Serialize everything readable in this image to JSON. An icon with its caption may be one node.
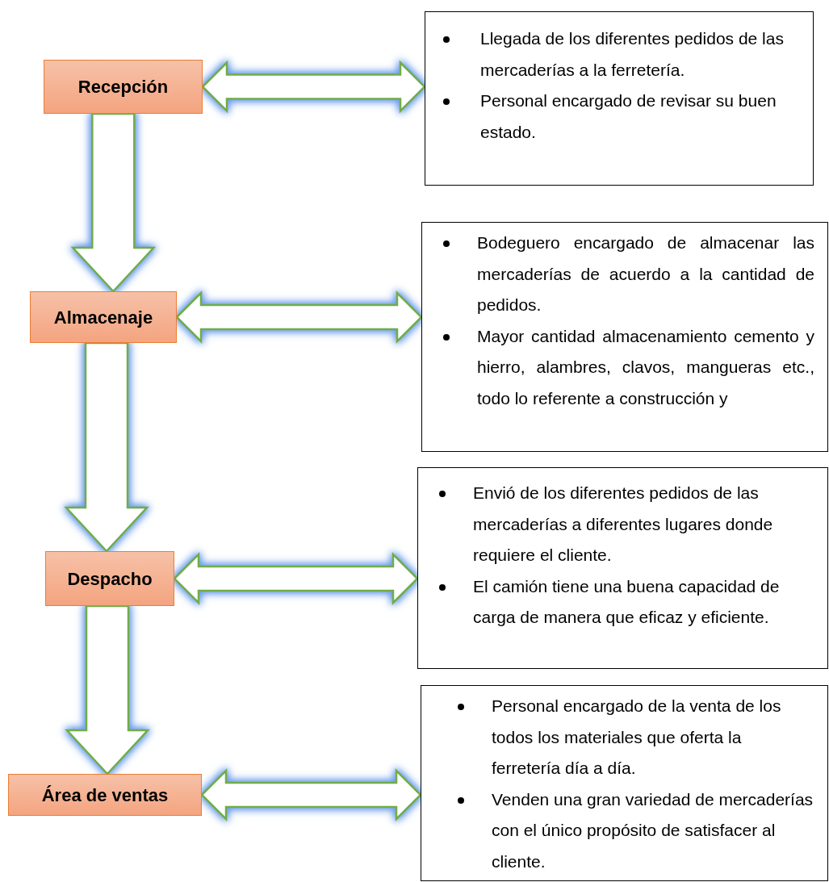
{
  "diagram": {
    "nodes": [
      {
        "text": [
          "Recepción"
        ]
      },
      {
        "text": [
          "Almacenaje"
        ]
      },
      {
        "text": [
          "Despacho"
        ]
      },
      {
        "text": [
          "Área de ventas"
        ]
      },
      {
        "text": [
          "Llegada de los diferentes pedidos de las mercaderías a la ferretería.",
          "Personal encargado de revisar su buen estado."
        ]
      },
      {
        "text": [
          "Bodeguero encargado de almacenar las mercaderías de acuerdo a la cantidad de pedidos.",
          "Mayor cantidad almacenamiento cemento y hierro, alambres, clavos, mangueras etc., todo lo referente a construcción y"
        ]
      },
      {
        "text": [
          "Envió de los diferentes pedidos de las mercaderías a diferentes lugares donde requiere el cliente.",
          "El camión tiene una buena capacidad de carga de manera que eficaz y eficiente."
        ]
      },
      {
        "text": [
          "Personal encargado de la venta de los todos los materiales que oferta la ferretería día a día.",
          "Venden una gran variedad de mercaderías con el único propósito de satisfacer al cliente."
        ]
      }
    ],
    "edges": [
      {
        "from": 0,
        "to": 4,
        "arrow": "both"
      },
      {
        "from": 0,
        "to": 1,
        "arrow": "to"
      },
      {
        "from": 1,
        "to": 5,
        "arrow": "both"
      },
      {
        "from": 1,
        "to": 2,
        "arrow": "to"
      },
      {
        "from": 2,
        "to": 6,
        "arrow": "both"
      },
      {
        "from": 2,
        "to": 3,
        "arrow": "to"
      },
      {
        "from": 3,
        "to": 7,
        "arrow": "both"
      }
    ]
  }
}
